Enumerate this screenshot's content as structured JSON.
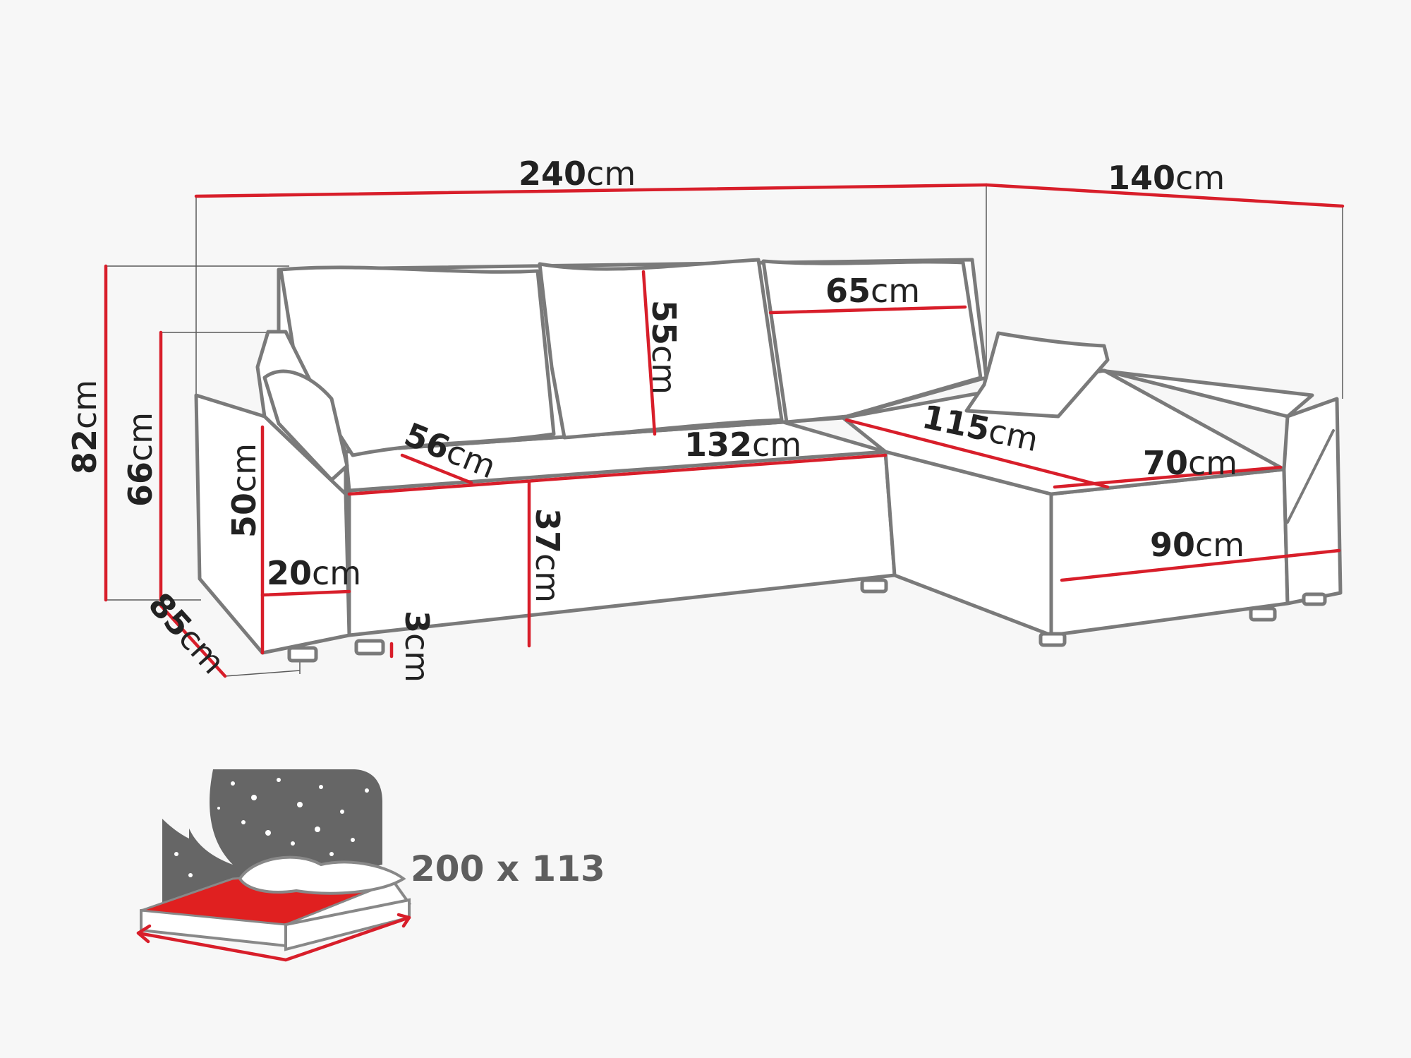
{
  "diagram": {
    "dimensions": {
      "total_width": {
        "value": "240",
        "unit": "cm"
      },
      "chaise_depth": {
        "value": "140",
        "unit": "cm"
      },
      "total_height": {
        "value": "82",
        "unit": "cm"
      },
      "back_height": {
        "value": "66",
        "unit": "cm"
      },
      "armrest_height": {
        "value": "50",
        "unit": "cm"
      },
      "armrest_width": {
        "value": "20",
        "unit": "cm"
      },
      "depth": {
        "value": "85",
        "unit": "cm"
      },
      "leg_height": {
        "value": "3",
        "unit": "cm"
      },
      "seat_depth": {
        "value": "56",
        "unit": "cm"
      },
      "seat_width": {
        "value": "132",
        "unit": "cm"
      },
      "seat_height": {
        "value": "37",
        "unit": "cm"
      },
      "cushion_height": {
        "value": "55",
        "unit": "cm"
      },
      "cushion_width": {
        "value": "65",
        "unit": "cm"
      },
      "chaise_seat_length": {
        "value": "115",
        "unit": "cm"
      },
      "chaise_seat_width": {
        "value": "70",
        "unit": "cm"
      },
      "chaise_width": {
        "value": "90",
        "unit": "cm"
      }
    },
    "sleeping_area": {
      "label": "200 x 113"
    },
    "colors": {
      "measure_line": "#d81e2a",
      "outline": "#7a7a7a",
      "bed_icon": "#666666",
      "mattress": "#e02020"
    }
  }
}
